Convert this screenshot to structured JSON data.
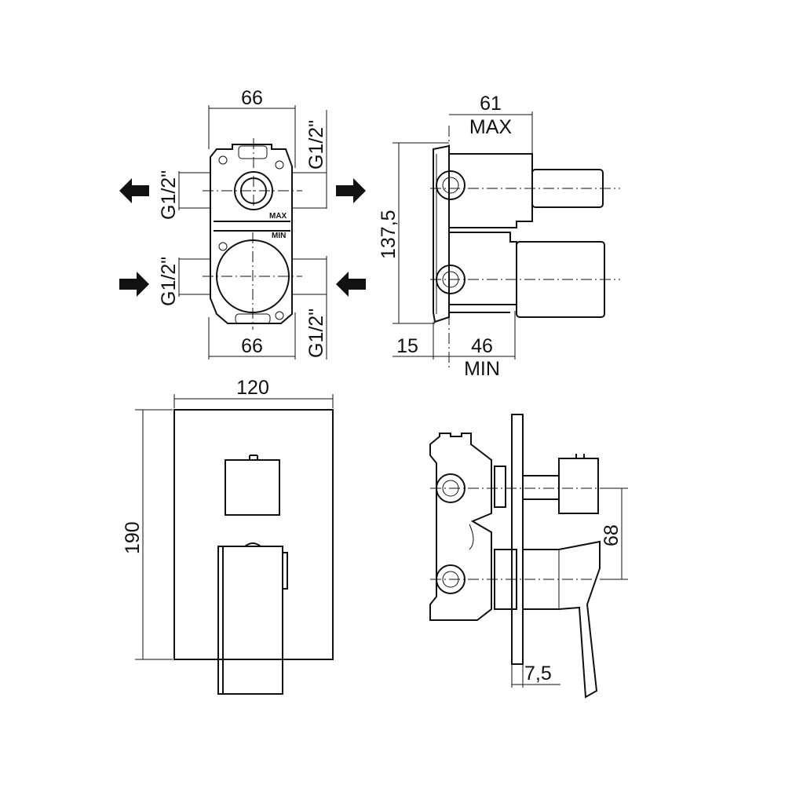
{
  "top_front_view": {
    "width_top": "66",
    "width_bottom": "66",
    "thread_upper_left": "G1/2\"",
    "thread_upper_right": "G1/2\"",
    "thread_lower_left": "G1/2\"",
    "thread_lower_right": "G1/2\"",
    "marking_max": "MAX",
    "marking_min": "MIN"
  },
  "top_side_view": {
    "height": "137,5",
    "depth_max_value": "61",
    "depth_max_label": "MAX",
    "wall_offset": "15",
    "depth_min_value": "46",
    "depth_min_label": "MIN"
  },
  "bottom_front_view": {
    "plate_width": "120",
    "plate_height": "190"
  },
  "bottom_side_view": {
    "axis_distance": "68",
    "plate_thickness": "7,5"
  }
}
